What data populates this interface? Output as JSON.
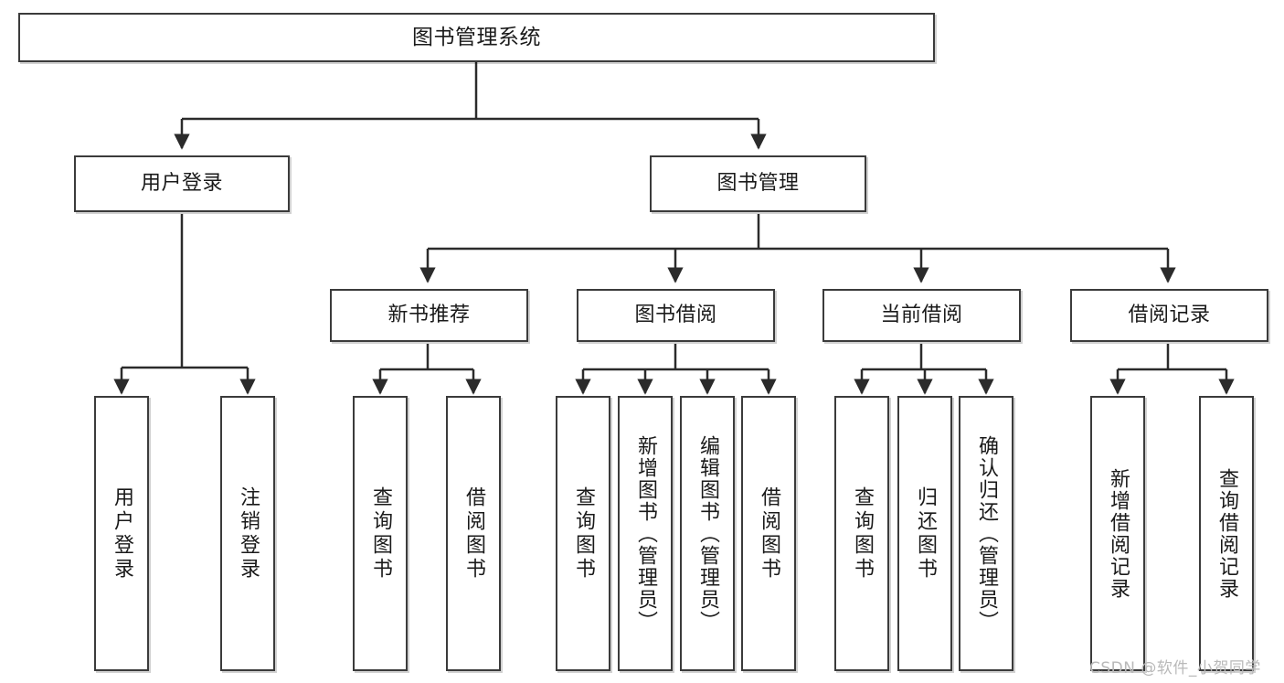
{
  "diagram": {
    "type": "tree-hierarchy",
    "title": "图书管理系统",
    "root": {
      "id": "root",
      "label": "图书管理系统"
    },
    "level2": [
      {
        "id": "user-login",
        "label": "用户登录"
      },
      {
        "id": "book-manage",
        "label": "图书管理"
      }
    ],
    "level3": [
      {
        "id": "new-book-recommend",
        "label": "新书推荐",
        "parent": "book-manage"
      },
      {
        "id": "book-borrow",
        "label": "图书借阅",
        "parent": "book-manage"
      },
      {
        "id": "current-borrow",
        "label": "当前借阅",
        "parent": "book-manage"
      },
      {
        "id": "borrow-record",
        "label": "借阅记录",
        "parent": "book-manage"
      }
    ],
    "leaves": {
      "user-login": [
        {
          "id": "leaf-user-login",
          "label": "用户登录"
        },
        {
          "id": "leaf-logout",
          "label": "注销登录"
        }
      ],
      "new-book-recommend": [
        {
          "id": "leaf-query-book-1",
          "label": "查询图书"
        },
        {
          "id": "leaf-borrow-book-1",
          "label": "借阅图书"
        }
      ],
      "book-borrow": [
        {
          "id": "leaf-query-book-2",
          "label": "查询图书"
        },
        {
          "id": "leaf-add-book",
          "label": "新增图书（管理员）"
        },
        {
          "id": "leaf-edit-book",
          "label": "编辑图书（管理员）"
        },
        {
          "id": "leaf-borrow-book-2",
          "label": "借阅图书"
        }
      ],
      "current-borrow": [
        {
          "id": "leaf-query-book-3",
          "label": "查询图书"
        },
        {
          "id": "leaf-return-book",
          "label": "归还图书"
        },
        {
          "id": "leaf-confirm-return",
          "label": "确认归还（管理员）"
        }
      ],
      "borrow-record": [
        {
          "id": "leaf-add-record",
          "label": "新增借阅记录"
        },
        {
          "id": "leaf-query-record",
          "label": "查询借阅记录"
        }
      ]
    }
  },
  "watermark": {
    "text": "CSDN @软件_小贺同学"
  },
  "colors": {
    "box_border": "#3b3b3b",
    "box_fill": "#ffffff",
    "edge": "#2b2b2b",
    "text": "#1a1a1a",
    "watermark": "#b9b9b9",
    "background": "#ffffff"
  }
}
